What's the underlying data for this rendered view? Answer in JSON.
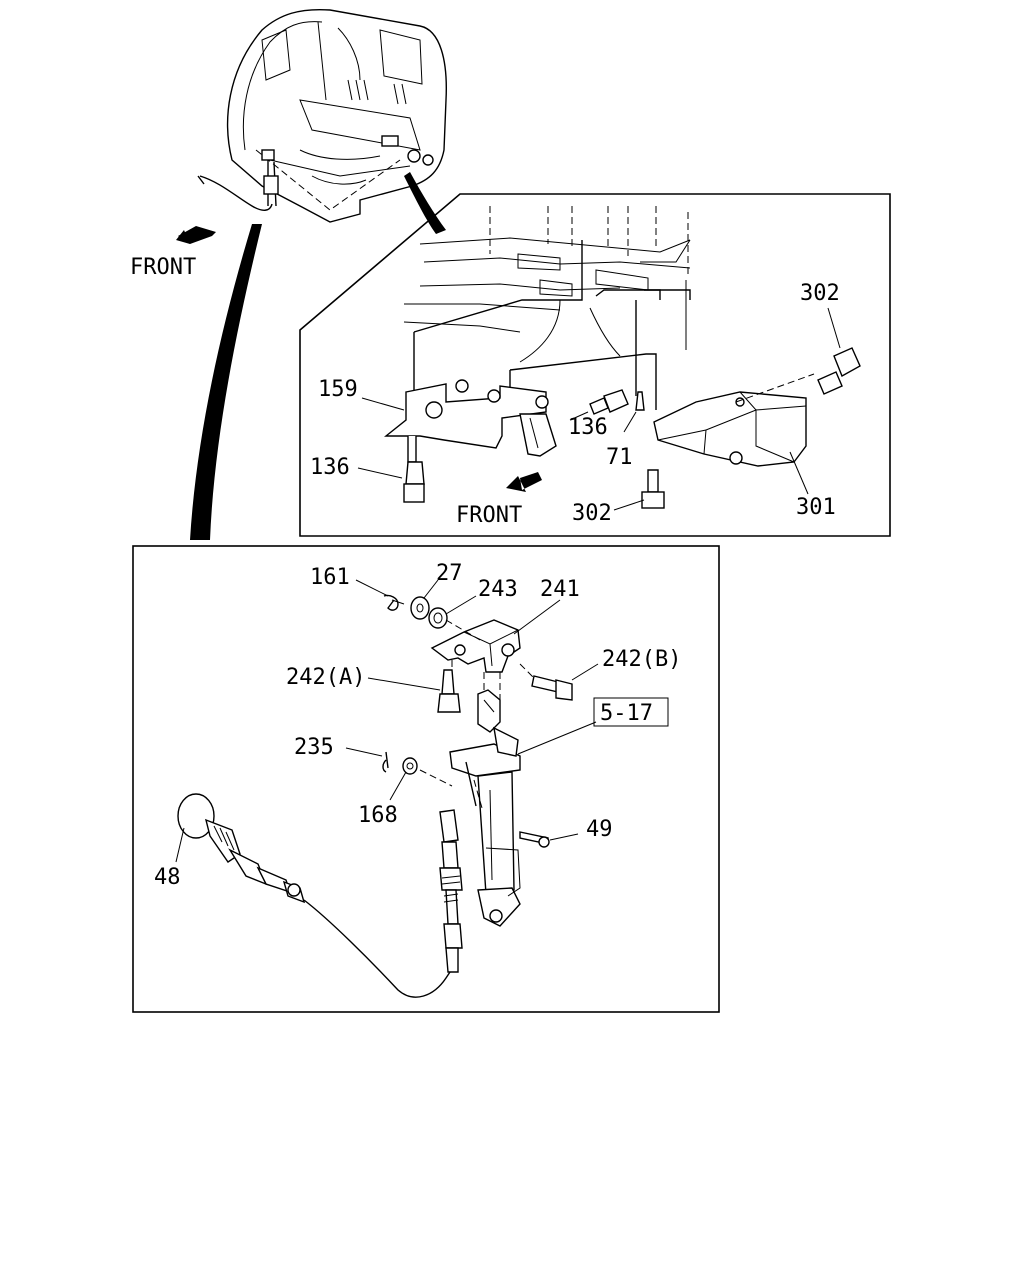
{
  "labels": {
    "front_top": "FRONT",
    "front_inset": "FRONT",
    "p159": "159",
    "p136_a": "136",
    "p136_b": "136",
    "p71": "71",
    "p302_a": "302",
    "p302_b": "302",
    "p301": "301",
    "p161": "161",
    "p27": "27",
    "p243": "243",
    "p241": "241",
    "p242a": "242(A)",
    "p242b": "242(B)",
    "p5_17": "5-17",
    "p235": "235",
    "p168": "168",
    "p49": "49",
    "p48": "48"
  },
  "icons": {
    "front_arrow": "arrow-down-left-icon"
  }
}
